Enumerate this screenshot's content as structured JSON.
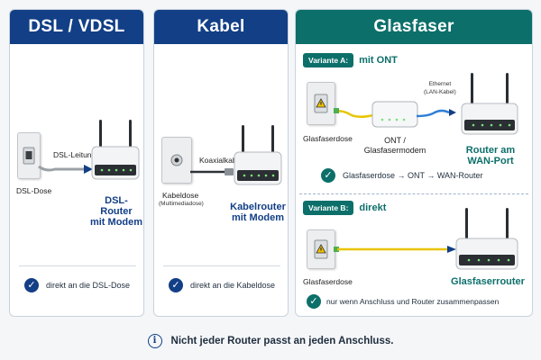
{
  "panels": {
    "dsl": {
      "title": "DSL / VDSL",
      "cable_label": "DSL-Leitung",
      "wall_label": "DSL-Dose",
      "router_label_1": "DSL-Router",
      "router_label_2": "mit Modem",
      "check_text": "direkt an die DSL-Dose"
    },
    "kabel": {
      "title": "Kabel",
      "cable_label": "Koaxialkabel",
      "wall_label": "Kabeldose",
      "wall_sublabel": "(Multimediadose)",
      "router_label_1": "Kabelrouter",
      "router_label_2": "mit Modem",
      "check_text": "direkt an die Kabeldose"
    },
    "glasfaser": {
      "title": "Glasfaser",
      "variant_a": {
        "badge": "Variante A:",
        "title": "mit ONT",
        "wall_label": "Glasfaserdose",
        "ont_label_1": "ONT /",
        "ont_label_2": "Glasfasermodem",
        "ethernet_label_1": "Ethernet",
        "ethernet_label_2": "(LAN-Kabel)",
        "router_label_1": "Router am",
        "router_label_2": "WAN-Port",
        "check_text": "Glasfaserdose → ONT → WAN-Router"
      },
      "variant_b": {
        "badge": "Variante B:",
        "title": "direkt",
        "wall_label": "Glasfaserdose",
        "router_label": "Glasfaserrouter",
        "check_text": "nur wenn Anschluss und Router zusammenpassen"
      }
    }
  },
  "footer": {
    "icon": "info-icon",
    "text": "Nicht jeder Router passt an jeden Anschluss."
  },
  "icons": {
    "check": "✓",
    "info": "i"
  },
  "colors": {
    "blue": "#123f86",
    "teal": "#0c6f6a",
    "fiber_yellow": "#e8c400",
    "fiber_green": "#4caf50",
    "lan_blue": "#2f7fd6"
  }
}
